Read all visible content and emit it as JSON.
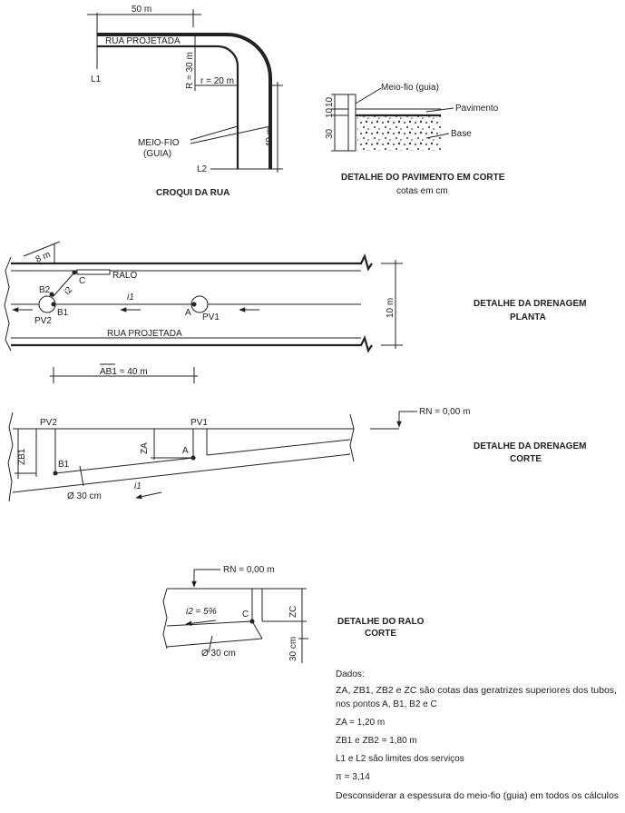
{
  "croqui": {
    "dim_50": "50 m",
    "rua": "RUA PROJETADA",
    "l1": "L1",
    "l2": "L2",
    "r30": "R = 30 m",
    "r20": "r = 20 m",
    "dim_40": "40 m",
    "meiofio_1": "MEIO-FIO",
    "meiofio_2": "(GUIA)",
    "title": "CROQUI DA RUA"
  },
  "pavimento": {
    "meiofio": "Meio-fio (guia)",
    "pavimento": "Pavimento",
    "base": "Base",
    "d10a": "10",
    "d10b": "10",
    "d30": "30",
    "title": "DETALHE DO PAVIMENTO EM CORTE",
    "subtitle": "cotas em cm"
  },
  "planta": {
    "dim_8": "8 m",
    "ralo": "RALO",
    "b2": "B2",
    "c": "C",
    "i2": "i2",
    "i1": "i1",
    "pv2": "PV2",
    "b1": "B1",
    "a": "A",
    "pv1": "PV1",
    "rua": "RUA PROJETADA",
    "dim_10": "10 m",
    "dim_ab1": "AB1 = 40 m",
    "title_1": "DETALHE DA DRENAGEM",
    "title_2": "PLANTA"
  },
  "corte": {
    "pv2": "PV2",
    "pv1": "PV1",
    "rn": "RN = 0,00 m",
    "zb1": "ZB1",
    "za": "ZA",
    "b1": "B1",
    "a": "A",
    "phi": "Ø 30 cm",
    "i1": "i1",
    "title_1": "DETALHE DA DRENAGEM",
    "title_2": "CORTE"
  },
  "ralo_corte": {
    "rn": "RN = 0,00 m",
    "i2": "i2 = 5%",
    "c": "C",
    "zc": "ZC",
    "phi": "Ø 30 cm",
    "dim_30": "30 cm",
    "title_1": "DETALHE DO RALO",
    "title_2": "CORTE"
  },
  "dados": {
    "header": "Dados:",
    "line1": "ZA, ZB1, ZB2 e ZC são cotas das geratrizes superiores dos tubos,",
    "line2": "nos pontos A, B1, B2 e C",
    "line3": "ZA = 1,20 m",
    "line4": "ZB1 e ZB2 = 1,80 m",
    "line5": "L1 e L2 são limites dos serviços",
    "line6": "π = 3,14",
    "line7": "Desconsiderar a espessura do meio-fio (guia) em todos os cálculos"
  }
}
